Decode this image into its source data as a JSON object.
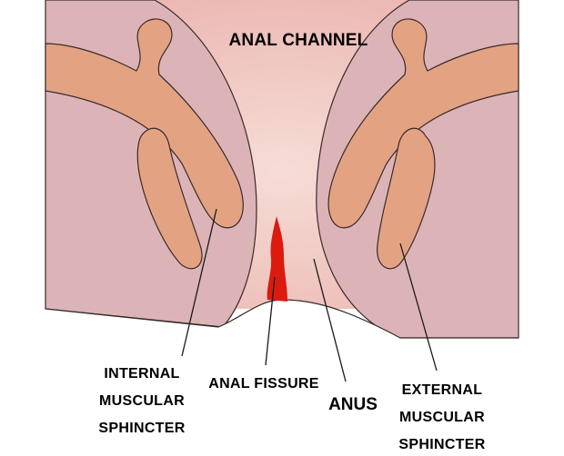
{
  "labels": {
    "title": "ANAL CHANNEL",
    "internal_1": "INTERNAL",
    "internal_2": "MUSCULAR",
    "internal_3": "SPHINCTER",
    "fissure": "ANAL FISSURE",
    "anus": "ANUS",
    "external_1": "EXTERNAL",
    "external_2": "MUSCULAR",
    "external_3": "SPHINCTER"
  },
  "colors": {
    "channel": "#f0cdc6",
    "tissue": "#dcb4b8",
    "muscle": "#e3a383",
    "fissure": "#dd1a0e",
    "outline": "#3a2a2a"
  }
}
